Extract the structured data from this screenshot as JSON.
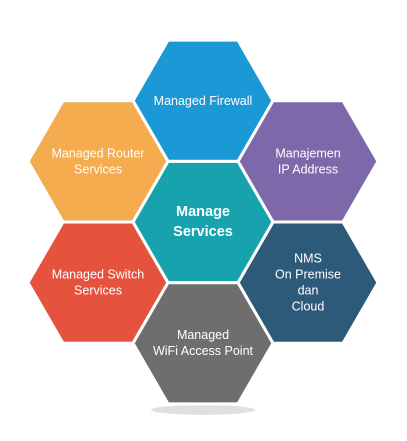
{
  "diagram": {
    "center": {
      "lines": [
        "Manage",
        "Services"
      ],
      "color": "#17a2ad"
    },
    "top": {
      "lines": [
        "Managed Firewall"
      ],
      "color": "#1b99d6"
    },
    "upper_left": {
      "lines": [
        "Managed Router",
        "Services"
      ],
      "color": "#f4ac4e"
    },
    "upper_right": {
      "lines": [
        "Manajemen",
        "IP Address"
      ],
      "color": "#7d69a9"
    },
    "lower_left": {
      "lines": [
        "Managed Switch",
        "Services"
      ],
      "color": "#e5533e"
    },
    "lower_right": {
      "lines": [
        "NMS",
        "On Premise",
        "dan",
        "Cloud"
      ],
      "color": "#2e5a7a"
    },
    "bottom": {
      "lines": [
        "Managed",
        "WiFi Access Point"
      ],
      "color": "#6e6e6e"
    },
    "outline_color": "#ffffff"
  }
}
